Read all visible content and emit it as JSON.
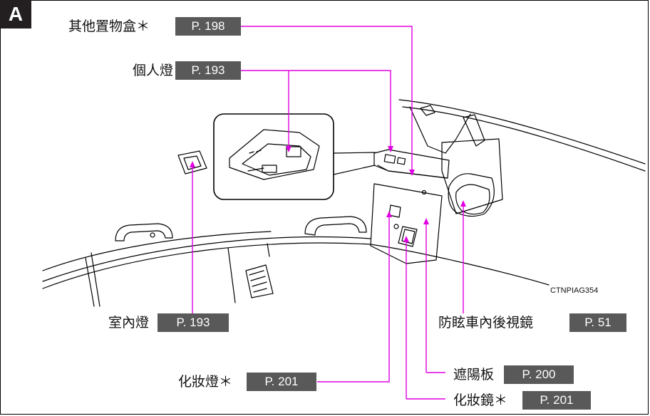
{
  "section_badge": "A",
  "image_code": "CTNPIAG354",
  "callouts": {
    "storage_box": {
      "label": "其他置物盒＊",
      "page": "P. 198"
    },
    "personal_light": {
      "label": "個人燈",
      "page": "P. 193"
    },
    "interior_light": {
      "label": "室內燈",
      "page": "P. 193"
    },
    "antiglare_mirror": {
      "label": "防眩車內後視鏡",
      "page": "P. 51"
    },
    "vanity_light": {
      "label": "化妝燈＊",
      "page": "P. 201"
    },
    "sun_visor": {
      "label": "遮陽板",
      "page": "P. 200"
    },
    "vanity_mirror": {
      "label": "化妝鏡＊",
      "page": "P. 201"
    }
  },
  "colors": {
    "leader": "#e100e1",
    "page_box": "#595959",
    "badge": "#231f20"
  }
}
